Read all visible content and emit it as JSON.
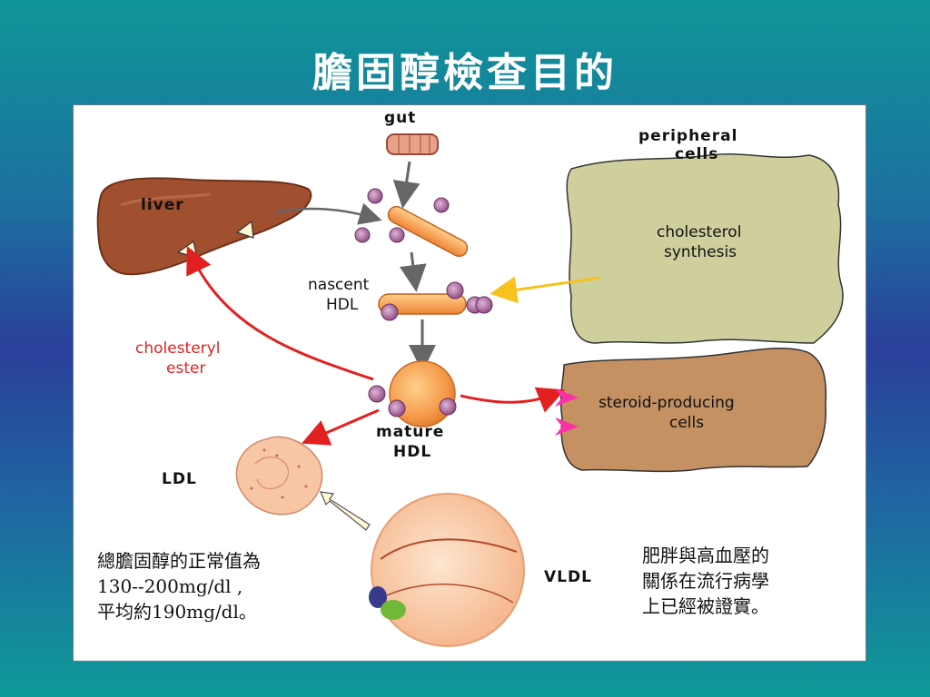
{
  "title": "膽固醇檢查目的",
  "diagram": {
    "labels": {
      "gut": "gut",
      "peripheral_line1": "peripheral",
      "peripheral_line2": "cells",
      "liver": "liver",
      "cholesterol_synthesis_line1": "cholesterol",
      "cholesterol_synthesis_line2": "synthesis",
      "nascent_hdl_line1": "nascent",
      "nascent_hdl_line2": "HDL",
      "cholesteryl_ester_line1": "cholesteryl",
      "cholesteryl_ester_line2": "ester",
      "steroid_line1": "steroid-producing",
      "steroid_line2": "cells",
      "mature_hdl_line1": "mature",
      "mature_hdl_line2": "HDL",
      "ldl": "LDL",
      "vldl": "VLDL"
    },
    "colors": {
      "liver": "#a0502e",
      "peripheral_cells": "#cfcf9e",
      "steroid_cells": "#c59062",
      "hdl_orange": "#f59a4a",
      "purple_particle": "#9a5a8e",
      "red_arrow": "#e32020",
      "yellow_arrow": "#f5c21e",
      "magenta_arrow": "#ff2fa8",
      "grey_arrow": "#666666",
      "lipoprotein_pink": "#f7c6a4"
    }
  },
  "notes": {
    "left_line1": "總膽固醇的正常值為",
    "left_line2": "130--200mg/dl ,",
    "left_line3": "平均約190mg/dl。",
    "right_line1": "肥胖與高血壓的",
    "right_line2": "關係在流行病學",
    "right_line3": "上已經被證實。"
  }
}
